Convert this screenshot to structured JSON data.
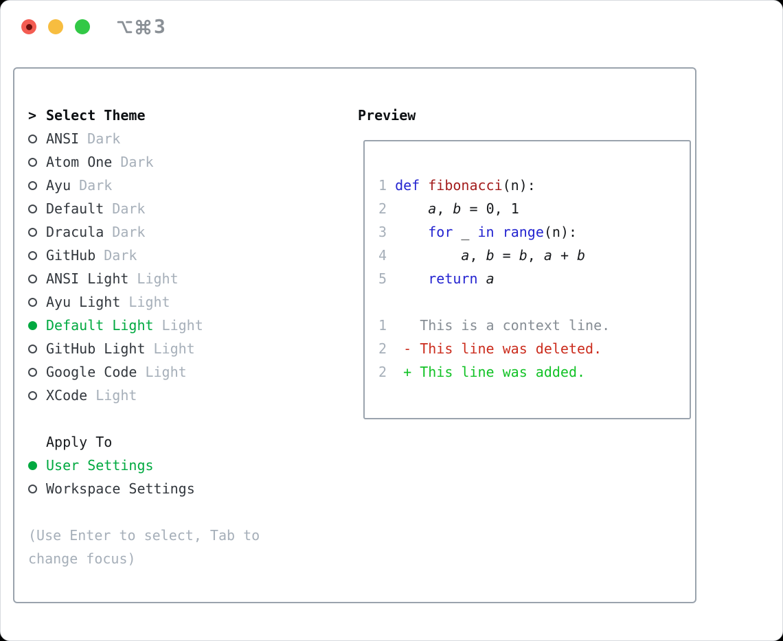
{
  "window": {
    "icons": [
      "option-icon",
      "command-icon"
    ],
    "title_label": "3"
  },
  "traffic_lights": {
    "close_color": "#f35c52",
    "close_dot_color": "#6b0f0d",
    "minimize_color": "#f7bd40",
    "zoom_color": "#32c846"
  },
  "left_panel": {
    "header": {
      "marker": ">",
      "label": "Select Theme"
    },
    "themes": [
      {
        "name": "ANSI",
        "variant": "Dark",
        "selected": false
      },
      {
        "name": "Atom One",
        "variant": "Dark",
        "selected": false
      },
      {
        "name": "Ayu",
        "variant": "Dark",
        "selected": false
      },
      {
        "name": "Default",
        "variant": "Dark",
        "selected": false
      },
      {
        "name": "Dracula",
        "variant": "Dark",
        "selected": false
      },
      {
        "name": "GitHub",
        "variant": "Dark",
        "selected": false
      },
      {
        "name": "ANSI Light",
        "variant": "Light",
        "selected": false
      },
      {
        "name": "Ayu Light",
        "variant": "Light",
        "selected": false
      },
      {
        "name": "Default Light",
        "variant": "Light",
        "selected": true
      },
      {
        "name": "GitHub Light",
        "variant": "Light",
        "selected": false
      },
      {
        "name": "Google Code",
        "variant": "Light",
        "selected": false
      },
      {
        "name": "XCode",
        "variant": "Light",
        "selected": false
      }
    ],
    "apply_to": {
      "label": "Apply To",
      "options": [
        {
          "name": "User Settings",
          "selected": true
        },
        {
          "name": "Workspace Settings",
          "selected": false
        }
      ]
    },
    "hint": "(Use Enter to select, Tab to change focus)"
  },
  "preview": {
    "heading": "Preview",
    "code_lines": [
      {
        "num": "1",
        "tokens": [
          {
            "t": "def",
            "c": "kw"
          },
          {
            "t": " "
          },
          {
            "t": "fibonacci",
            "c": "fn"
          },
          {
            "t": "(n):"
          }
        ]
      },
      {
        "num": "2",
        "tokens": [
          {
            "t": "    "
          },
          {
            "t": "a",
            "c": "var"
          },
          {
            "t": ", "
          },
          {
            "t": "b",
            "c": "var"
          },
          {
            "t": " = 0, 1"
          }
        ]
      },
      {
        "num": "3",
        "tokens": [
          {
            "t": "    "
          },
          {
            "t": "for",
            "c": "kw"
          },
          {
            "t": " _ "
          },
          {
            "t": "in",
            "c": "kw"
          },
          {
            "t": " "
          },
          {
            "t": "range",
            "c": "kw"
          },
          {
            "t": "(n):"
          }
        ]
      },
      {
        "num": "4",
        "tokens": [
          {
            "t": "        "
          },
          {
            "t": "a",
            "c": "var"
          },
          {
            "t": ", "
          },
          {
            "t": "b",
            "c": "var"
          },
          {
            "t": " = "
          },
          {
            "t": "b",
            "c": "var"
          },
          {
            "t": ", "
          },
          {
            "t": "a",
            "c": "var"
          },
          {
            "t": " + "
          },
          {
            "t": "b",
            "c": "var"
          }
        ]
      },
      {
        "num": "5",
        "tokens": [
          {
            "t": "    "
          },
          {
            "t": "return",
            "c": "kw"
          },
          {
            "t": " "
          },
          {
            "t": "a",
            "c": "var"
          }
        ]
      }
    ],
    "diff_lines": [
      {
        "num": "1",
        "marker": " ",
        "text": "This is a context line.",
        "type": "context"
      },
      {
        "num": "2",
        "marker": "-",
        "text": "This line was deleted.",
        "type": "deleted"
      },
      {
        "num": "2",
        "marker": "+",
        "text": "This line was added.",
        "type": "added"
      }
    ]
  },
  "colors": {
    "accent_green": "#00a940",
    "keyword_blue": "#2424d0",
    "function_red": "#a31d1d",
    "deleted_red": "#cb2c1d",
    "added_green": "#12c226",
    "muted_gray": "#a6afb9",
    "context_gray": "#868d94",
    "border_gray": "#9aa3ad",
    "title_gray": "#8a9096"
  }
}
